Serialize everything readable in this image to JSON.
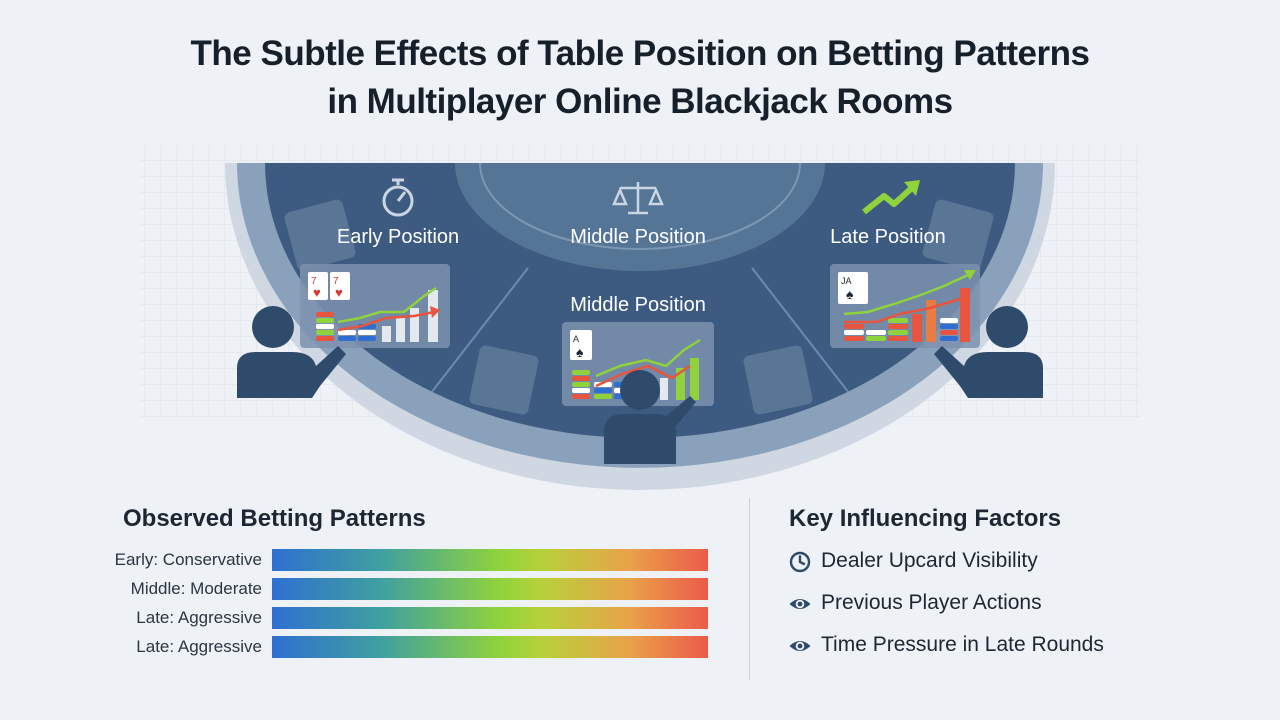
{
  "title": {
    "line1": "The Subtle Effects of Table Position on Betting Patterns",
    "line2": "in Multiplayer Online Blackjack Rooms"
  },
  "positions": {
    "early": "Early Position",
    "middle_top": "Middle Position",
    "middle_center": "Middle Position",
    "late": "Late Position"
  },
  "icons": {
    "early": "stopwatch-icon",
    "middle": "balance-scale-icon",
    "late": "trend-up-arrow-icon"
  },
  "patterns": {
    "heading": "Observed Betting Patterns",
    "bars": [
      {
        "label": "Early: Conservative"
      },
      {
        "label": "Middle: Moderate"
      },
      {
        "label": "Late: Aggressive"
      },
      {
        "label": "Late: Aggressive"
      }
    ]
  },
  "factors": {
    "heading": "Key Influencing Factors",
    "items": [
      {
        "icon": "clock-icon",
        "label": "Dealer Upcard Visibility"
      },
      {
        "icon": "eye-icon",
        "label": "Previous Player Actions"
      },
      {
        "icon": "eye-icon",
        "label": "Time Pressure in Late Rounds"
      }
    ]
  },
  "colors": {
    "felt": "#3d5a80",
    "rail": "#8aa1bb",
    "accent_green": "#8fd23c",
    "accent_red": "#e8553f",
    "accent_blue": "#2f6fd1"
  }
}
